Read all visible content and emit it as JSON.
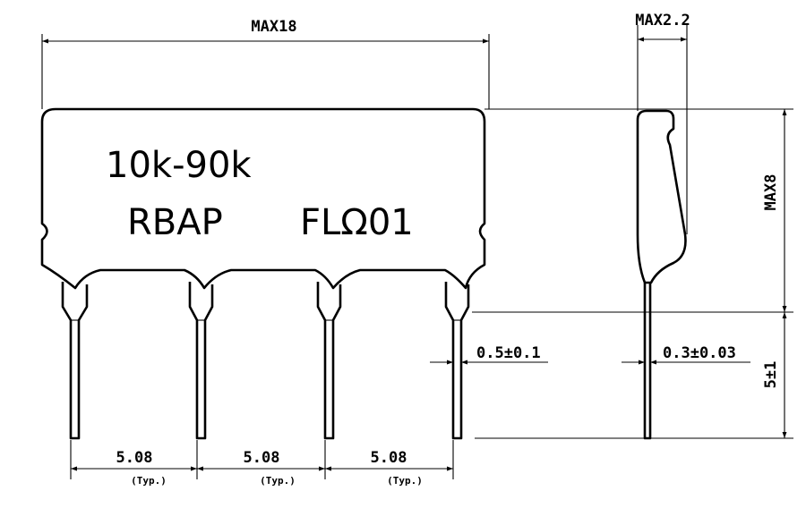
{
  "body_marking": {
    "line1": "10k-90k",
    "line2_left": "RBAP",
    "line2_right": "FLΩ01"
  },
  "dimensions": {
    "overall_width": "MAX18",
    "thickness": "MAX2.2",
    "body_height": "MAX8",
    "lead_length": "5±1",
    "lead_width": "0.5±0.1",
    "lead_thickness": "0.3±0.03",
    "pitch": [
      {
        "value": "5.08",
        "note": "(Typ.)"
      },
      {
        "value": "5.08",
        "note": "(Typ.)"
      },
      {
        "value": "5.08",
        "note": "(Typ.)"
      }
    ]
  },
  "colors": {
    "line": "#000000",
    "background": "#ffffff"
  }
}
